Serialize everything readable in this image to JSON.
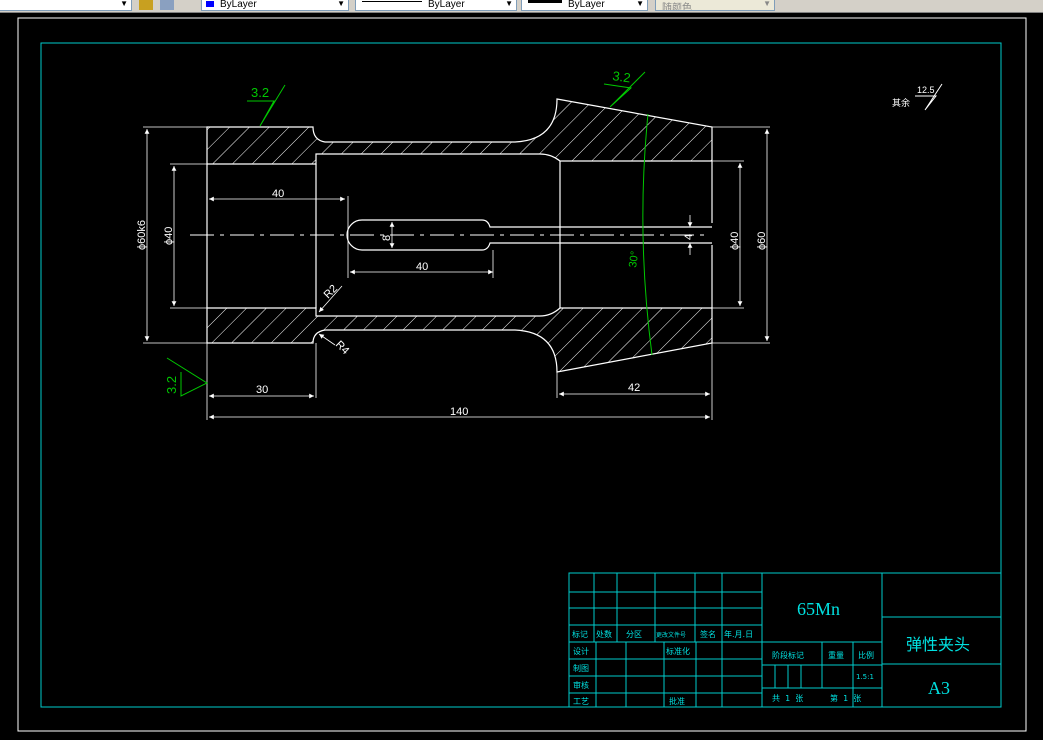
{
  "toolbar": {
    "color_combo": "ByLayer",
    "linetype_combo": "ByLayer",
    "lineweight_combo": "ByLayer",
    "plotstyle_combo": "随颜色"
  },
  "drawing": {
    "roughness_symbols": [
      "3.2",
      "3.2",
      "3.2"
    ],
    "general_roughness_label": "其余",
    "general_roughness_value": "12.5",
    "dimensions": {
      "d_outer_left": "ϕ60k6",
      "d_inner_left": "ϕ40",
      "len_slot_start": "40",
      "slot_width": "8",
      "slot_length": "40",
      "radius_top": "R2",
      "radius_bottom": "R4",
      "angle": "30°",
      "slit_width": "4",
      "d_inner_right": "ϕ40",
      "d_outer_right": "ϕ60",
      "len_left": "30",
      "len_cone": "42",
      "len_total": "140"
    }
  },
  "title_block": {
    "material": "65Mn",
    "part_name": "弹性夹头",
    "sheet_size": "A3",
    "rev_headers": [
      "标记",
      "处数",
      "分区",
      "更改文件号",
      "签名",
      "年.月.日"
    ],
    "row_labels": [
      "设计",
      "制图",
      "审核",
      "工艺"
    ],
    "std_label": "标准化",
    "approve_label": "批准",
    "stage_label": "阶段标记",
    "weight_label": "重量",
    "scale_label": "比例",
    "scale_value": "1.5:1",
    "sheet_info_total": "共  1  张",
    "sheet_info_current": "第  1  张"
  },
  "colors": {
    "background": "#000000",
    "line": "#ffffff",
    "border": "#00cccc",
    "roughness": "#00c800",
    "titleblock_text": "#00e0e0"
  }
}
